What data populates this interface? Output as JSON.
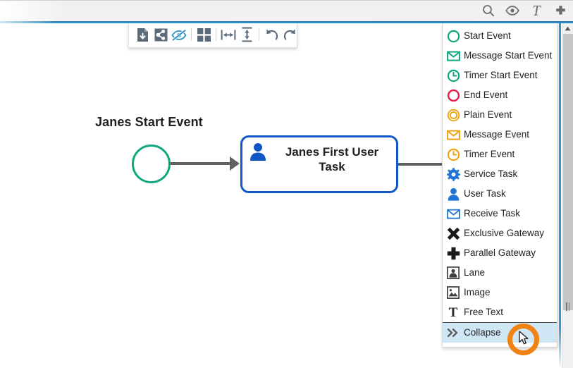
{
  "header": {
    "icons": [
      {
        "name": "search-icon",
        "label": "Search"
      },
      {
        "name": "eye-icon",
        "label": "View"
      },
      {
        "name": "text-icon",
        "label": "T"
      },
      {
        "name": "move-icon",
        "label": "Move"
      }
    ]
  },
  "toolbar": {
    "buttons": [
      {
        "name": "save-file-icon",
        "label": "Save"
      },
      {
        "name": "share-icon",
        "label": "Share"
      },
      {
        "name": "eye-slash-icon",
        "label": "Hide"
      },
      {
        "name": "grid-icon",
        "label": "Grid"
      },
      {
        "name": "fit-width-icon",
        "label": "Fit Width"
      },
      {
        "name": "fit-height-icon",
        "label": "Fit Height"
      },
      {
        "name": "undo-icon",
        "label": "Undo"
      },
      {
        "name": "redo-icon",
        "label": "Redo"
      }
    ]
  },
  "diagram": {
    "start_event_label": "Janes Start Event",
    "start_event_color": "#0fa77e",
    "task_label": "Janes First User Task",
    "task_border_color": "#1257c6",
    "connector_color": "#616161"
  },
  "palette": {
    "items": [
      {
        "label": "Start Event",
        "icon": "start-event-icon",
        "color": "#0fa77e"
      },
      {
        "label": "Message Start Event",
        "icon": "message-start-event-icon",
        "color": "#0fa77e"
      },
      {
        "label": "Timer Start Event",
        "icon": "timer-start-event-icon",
        "color": "#0fa77e"
      },
      {
        "label": "End Event",
        "icon": "end-event-icon",
        "color": "#e8194b"
      },
      {
        "label": "Plain Event",
        "icon": "plain-event-icon",
        "color": "#eda313"
      },
      {
        "label": "Message Event",
        "icon": "message-event-icon",
        "color": "#eda313"
      },
      {
        "label": "Timer Event",
        "icon": "timer-event-icon",
        "color": "#eda313"
      },
      {
        "label": "Service Task",
        "icon": "service-task-icon",
        "color": "#1f76d2"
      },
      {
        "label": "User Task",
        "icon": "user-task-icon",
        "color": "#1f76d2"
      },
      {
        "label": "Receive Task",
        "icon": "receive-task-icon",
        "color": "#1f76d2"
      },
      {
        "label": "Exclusive Gateway",
        "icon": "exclusive-gateway-icon",
        "color": "#1a1a1a"
      },
      {
        "label": "Parallel Gateway",
        "icon": "parallel-gateway-icon",
        "color": "#1a1a1a"
      },
      {
        "label": "Lane",
        "icon": "lane-icon",
        "color": "#3f3f3f"
      },
      {
        "label": "Image",
        "icon": "image-icon",
        "color": "#3f3f3f"
      },
      {
        "label": "Free Text",
        "icon": "free-text-icon",
        "color": "#2b2b2b"
      },
      {
        "label": "Collapse",
        "icon": "collapse-icon",
        "color": "#5b5b5b"
      }
    ],
    "selected_index": 15,
    "selected_bg": "#cfe6f5"
  },
  "cursor": {
    "highlight_color": "#ef8313"
  }
}
